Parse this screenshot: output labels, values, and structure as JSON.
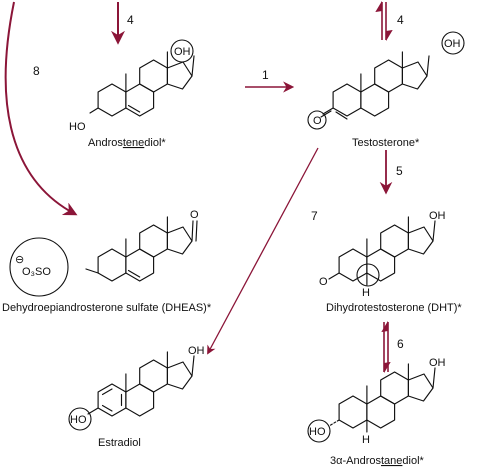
{
  "colors": {
    "arrow": "#8b1538",
    "ink": "#111111",
    "background": "#ffffff"
  },
  "compounds": {
    "androstenediol": {
      "name_pre": "Andros",
      "name_underlined": "tene",
      "name_post": "diol*"
    },
    "testosterone": {
      "name": "Testosterone*"
    },
    "dheas": {
      "name": "Dehydroepiandrosterone sulfate (DHEAS)*"
    },
    "dht": {
      "name": "Dihydrotestosterone (DHT)*"
    },
    "estradiol": {
      "name": "Estradiol"
    },
    "androstanediol": {
      "name_pre": "3α-Andros",
      "name_underlined": "tane",
      "name_post": "diol*"
    }
  },
  "atoms": {
    "oh": "OH",
    "ho": "HO",
    "o": "O",
    "h": "H",
    "sulfate": "O₃SO",
    "minus": "⊖"
  },
  "reactions": [
    {
      "id": "4",
      "label": "4",
      "direction": "one-way"
    },
    {
      "id": "4b",
      "label": "4",
      "direction": "reversible"
    },
    {
      "id": "8",
      "label": "8",
      "direction": "one-way"
    },
    {
      "id": "1",
      "label": "1",
      "direction": "one-way"
    },
    {
      "id": "5",
      "label": "5",
      "direction": "one-way"
    },
    {
      "id": "7",
      "label": "7",
      "direction": "one-way"
    },
    {
      "id": "6",
      "label": "6",
      "direction": "reversible"
    }
  ]
}
